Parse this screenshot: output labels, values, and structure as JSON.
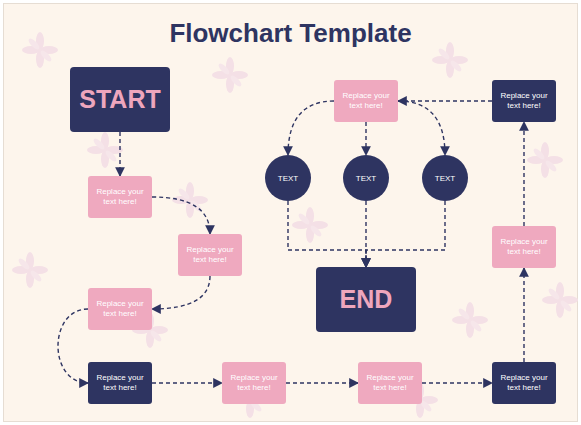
{
  "diagram": {
    "title": "Flowchart Template",
    "nodes": [
      {
        "text": [
          "START"
        ]
      },
      {
        "text": [
          "Replace your text here!"
        ]
      },
      {
        "text": [
          "Replace your text here!"
        ]
      },
      {
        "text": [
          "Replace your text here!"
        ]
      },
      {
        "text": [
          "Replace your text here!"
        ]
      },
      {
        "text": [
          "Replace your text here!"
        ]
      },
      {
        "text": [
          "Replace your text here!"
        ]
      },
      {
        "text": [
          "Replace your text here!"
        ]
      },
      {
        "text": [
          "Replace your text here!"
        ]
      },
      {
        "text": [
          "Replace your text here!"
        ]
      },
      {
        "text": [
          "Replace your text here!"
        ]
      },
      {
        "text": [
          "TEXT"
        ]
      },
      {
        "text": [
          "TEXT"
        ]
      },
      {
        "text": [
          "TEXT"
        ]
      },
      {
        "text": [
          "END"
        ]
      }
    ],
    "edges": [
      {
        "from": 0,
        "to": 1,
        "arrow": "to"
      },
      {
        "from": 1,
        "to": 2,
        "arrow": "to"
      },
      {
        "from": 2,
        "to": 3,
        "arrow": "to"
      },
      {
        "from": 3,
        "to": 4,
        "arrow": "to"
      },
      {
        "from": 4,
        "to": 5,
        "arrow": "to"
      },
      {
        "from": 5,
        "to": 6,
        "arrow": "to"
      },
      {
        "from": 6,
        "to": 7,
        "arrow": "to"
      },
      {
        "from": 7,
        "to": 8,
        "arrow": "to"
      },
      {
        "from": 8,
        "to": 9,
        "arrow": "to"
      },
      {
        "from": 9,
        "to": 10,
        "arrow": "to"
      },
      {
        "from": 10,
        "to": 11,
        "arrow": "to"
      },
      {
        "from": 10,
        "to": 12,
        "arrow": "to"
      },
      {
        "from": 10,
        "to": 13,
        "arrow": "to"
      },
      {
        "from": 11,
        "to": 14,
        "arrow": "to"
      },
      {
        "from": 12,
        "to": 14,
        "arrow": "to"
      },
      {
        "from": 13,
        "to": 14,
        "arrow": "to"
      }
    ]
  }
}
